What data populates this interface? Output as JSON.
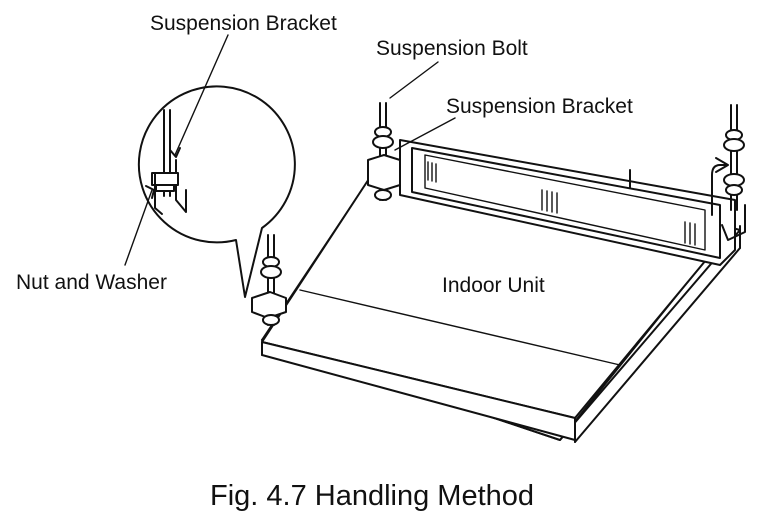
{
  "labels": {
    "suspension_bracket_detail": "Suspension Bracket",
    "suspension_bolt": "Suspension Bolt",
    "suspension_bracket_unit": "Suspension Bracket",
    "nut_and_washer": "Nut and Washer",
    "indoor_unit": "Indoor Unit"
  },
  "caption": "Fig. 4.7 Handling Method",
  "colors": {
    "line": "#111111",
    "background": "#ffffff"
  }
}
